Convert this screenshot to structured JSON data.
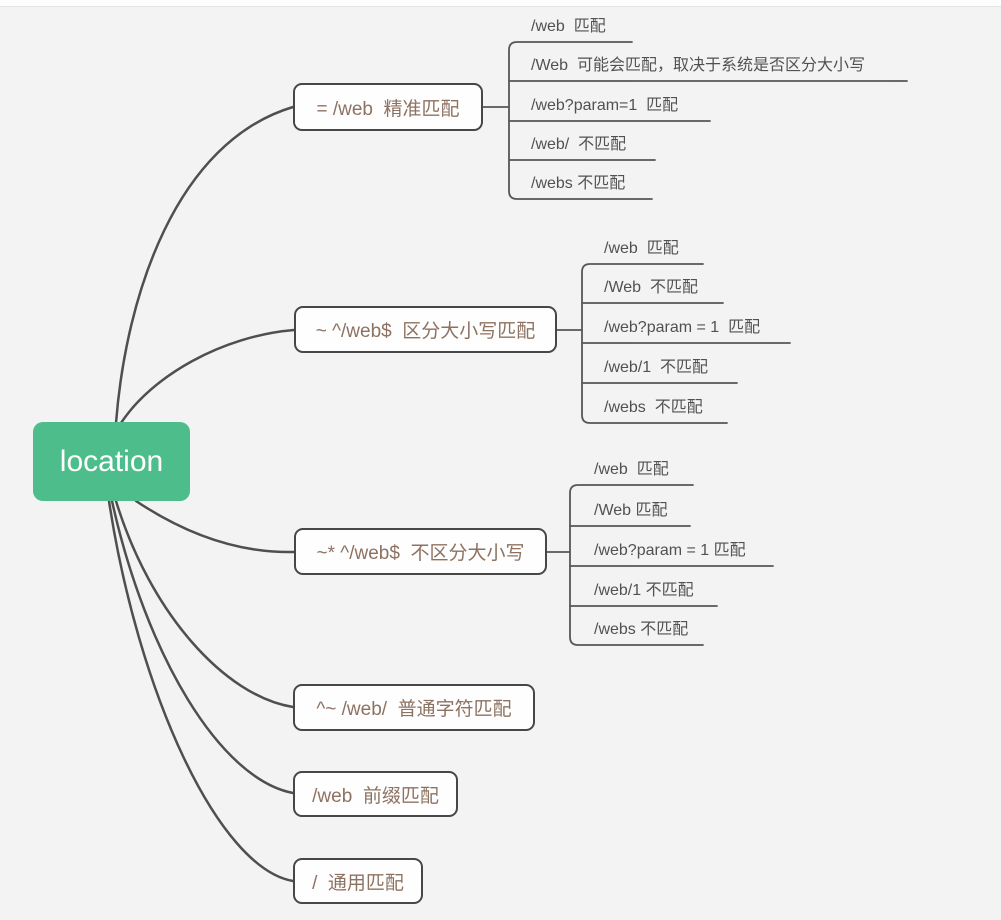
{
  "root": {
    "label": "location"
  },
  "branches": [
    {
      "label": "= /web  精准匹配",
      "leaves": [
        "/web  匹配",
        "/Web  可能会匹配，取决于系统是否区分大小写",
        "/web?param=1  匹配",
        "/web/  不匹配",
        "/webs 不匹配"
      ]
    },
    {
      "label": "~ ^/web$  区分大小写匹配",
      "leaves": [
        "/web  匹配",
        "/Web  不匹配",
        "/web?param = 1  匹配",
        "/web/1  不匹配",
        "/webs  不匹配"
      ]
    },
    {
      "label": "~* ^/web$  不区分大小写",
      "leaves": [
        "/web  匹配",
        "/Web 匹配",
        "/web?param = 1 匹配",
        "/web/1 不匹配",
        "/webs 不匹配"
      ]
    },
    {
      "label": "^~ /web/  普通字符匹配",
      "leaves": []
    },
    {
      "label": "/web  前缀匹配",
      "leaves": []
    },
    {
      "label": "/  通用匹配",
      "leaves": []
    }
  ],
  "colors": {
    "root_bg": "#4dbd8b",
    "node_text": "#8d7262",
    "leaf_text": "#515151",
    "line": "#4f4f4f",
    "background": "#f3f3f4"
  }
}
